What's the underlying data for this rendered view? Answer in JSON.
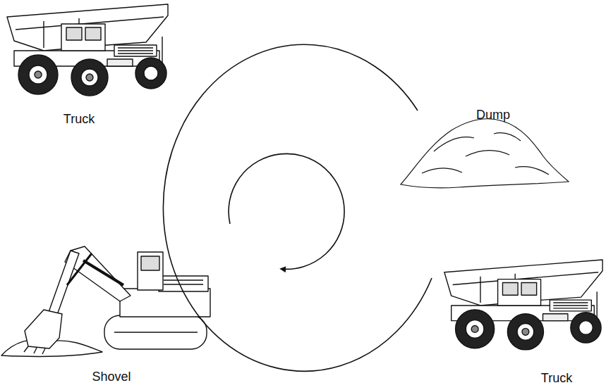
{
  "diagram": {
    "labels": [
      "Truck",
      "Dump",
      "Shovel",
      "Truck"
    ]
  }
}
